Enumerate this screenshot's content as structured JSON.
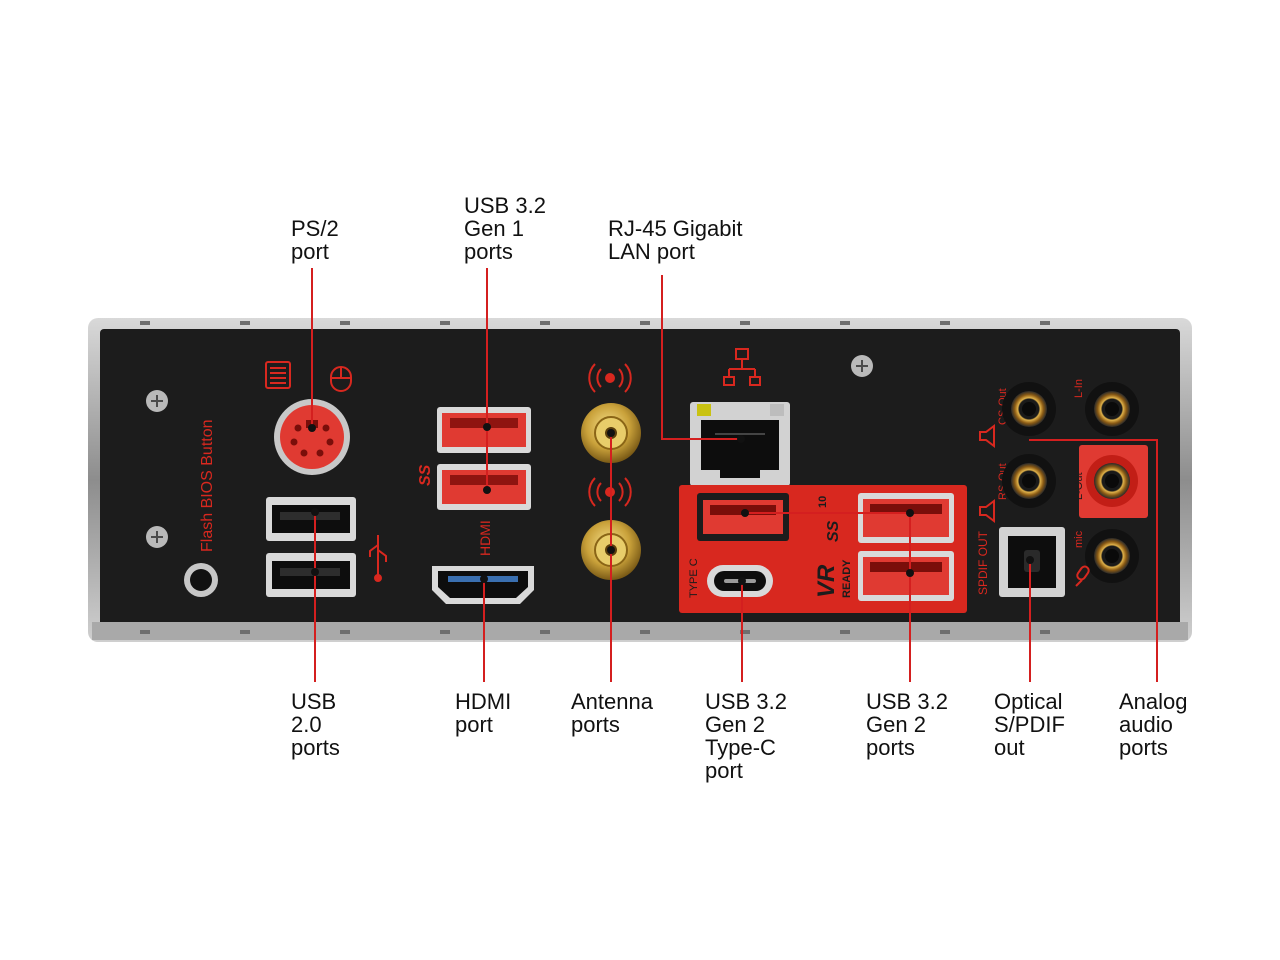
{
  "labels": {
    "ps2": "PS/2\nport",
    "usb32_gen1": "USB 3.2\nGen 1\nports",
    "rj45": "RJ-45 Gigabit\nLAN port",
    "usb20": "USB\n2.0\nports",
    "hdmi_port": "HDMI\nport",
    "antenna": "Antenna\nports",
    "typec": "USB 3.2\nGen 2\nType-C\nport",
    "usb32_gen2": "USB 3.2\nGen 2\nports",
    "spdif": "Optical\nS/PDIF\nout",
    "audio": "Analog\naudio\nports"
  },
  "panel_text": {
    "flash_bios": "Flash BIOS Button",
    "hdmi": "HDMI",
    "type_c": "TYPE C",
    "vr": "VR",
    "ready": "READY",
    "ss": "SS",
    "ten": "10",
    "spdif_out": "SPDIF OUT",
    "cs_out": "CS-Out",
    "rs_out": "RS-Out",
    "l_in": "L-In",
    "l_out": "L-Out",
    "mic": "mic"
  },
  "colors": {
    "panel": "#1c1c1c",
    "frame": "#9a9a9a",
    "accent_red": "#d8281f",
    "leader_line": "#d41f1f",
    "port_red": "#e03a32",
    "gold": "#c9a13a",
    "label_text": "#111111"
  }
}
